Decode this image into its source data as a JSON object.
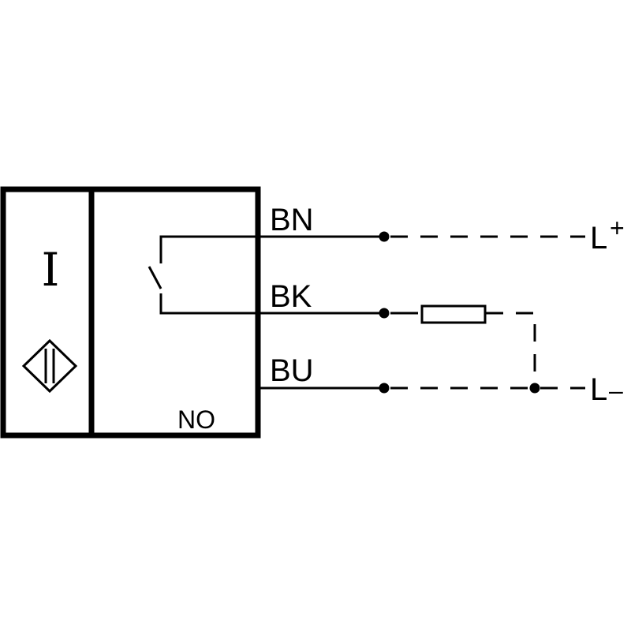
{
  "diagram": {
    "sensor_type_symbol": "I",
    "sensor_symbol_icon": "inductive-sensor-icon",
    "output_mode": "NO",
    "wires": {
      "brown": "BN",
      "black": "BK",
      "blue": "BU"
    },
    "supply": {
      "positive": "L",
      "positive_sign": "+",
      "negative": "L",
      "negative_sign": "–"
    },
    "load_icon": "resistor-load-icon",
    "switch_icon": "normally-open-switch-icon",
    "colors": {
      "line": "#000000",
      "background": "#ffffff"
    }
  }
}
